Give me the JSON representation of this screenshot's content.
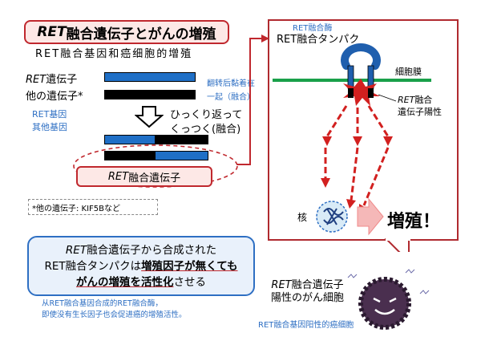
{
  "title": {
    "box_prefix_italic": "RET",
    "box_rest": "融合遺伝子とがんの増殖",
    "chinese": "RET融合基因和癌细胞的增殖"
  },
  "genes": {
    "ret_italic": "RET",
    "ret_rest": "遺伝子",
    "other_label": "他の遺伝子*",
    "cn_ret": "RET基因",
    "cn_other": "其他基因",
    "cn_flip_1": "翻转后黏着在",
    "cn_flip_2": "一起（融合）",
    "flip_line1": "ひっくり返って",
    "flip_line2": "くっつく(融合)",
    "fused_italic": "RET",
    "fused_rest": "融合遺伝子",
    "note": "*他の遺伝子: KIF5Bなど"
  },
  "info": {
    "line1_italic": "RET",
    "line1_rest": "融合遺伝子から合成された",
    "line2_plain": "RET融合タンパクは",
    "line2_bold": "増殖因子が無くても",
    "line3_bold": "がんの増殖を活性化",
    "line3_plain": "させる",
    "cn_line1": "从RET融合基因合成的RET融合酶，",
    "cn_line2": "即使没有生长因子也会促进癌的增殖活性。"
  },
  "panel": {
    "enzyme_cn": "RET融合酶",
    "protein_label": "RET融合タンパク",
    "membrane_label": "細胞膜",
    "positive_italic": "RET",
    "positive_rest1": "融合",
    "positive_rest2": "遺伝子陽性",
    "nucleus_label": "核",
    "proliferation": "増殖！"
  },
  "cell": {
    "line1_italic": "RET",
    "line1_rest": "融合遺伝子",
    "line2": "陽性のがん細胞",
    "cn": "RET融合基因阳性的癌细胞"
  },
  "colors": {
    "accent_red": "#c0282e",
    "blue": "#2e6fc3",
    "membrane_green": "#1aa04a",
    "gene_blue": "#1f6fc6"
  }
}
